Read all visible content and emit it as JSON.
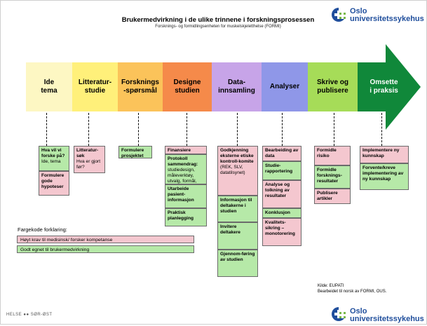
{
  "title": "Brukermedvirkning i de ulike trinnene i forskningsprosessen",
  "subtitle": "Forsknings- og formidlingsenheten for muskelskjeletthelse (FORMI)",
  "logo": {
    "line1": "Oslo",
    "line2": "universitetssykehus",
    "icon": "ous-logo-icon",
    "colors": [
      "#1f4e9c",
      "#79b84a"
    ]
  },
  "stages": [
    {
      "label": "Ide\ntema",
      "color": "#fdf7c3"
    },
    {
      "label": "Litteratur-\nstudie",
      "color": "#fff07a"
    },
    {
      "label": "Forsknings\n-spørsmål",
      "color": "#fbc35a"
    },
    {
      "label": "Designe\nstudien",
      "color": "#f58a4a"
    },
    {
      "label": "Data-\ninnsamling",
      "color": "#c7a4e8"
    },
    {
      "label": "Analyser",
      "color": "#8f97e8"
    },
    {
      "label": "Skrive og\npublisere",
      "color": "#a6dc58"
    },
    {
      "label": "Omsette\ni praksis",
      "color": "#10883a"
    }
  ],
  "columns": [
    [
      {
        "text": "Hva vil vi forske på?",
        "note": "Ide, tema",
        "color": "green"
      },
      {
        "text": "Formulere gode hypoteser",
        "color": "pink"
      }
    ],
    [
      {
        "text": "Litteratur-søk",
        "note": "Hva er gjort før?",
        "color": "pink"
      }
    ],
    [
      {
        "text": "Formulere prosjektet",
        "color": "green"
      }
    ],
    [
      {
        "text": "Finansiere",
        "color": "pink"
      },
      {
        "text": "Protokoll sammendrag:",
        "note": "studiedesign, måleverktøy, utvalg, formål, endepunkter.",
        "color": "green"
      },
      {
        "text": "Utarbeide pasient-informasjon",
        "color": "green"
      },
      {
        "text": "Praktisk planlegging",
        "color": "green"
      }
    ],
    [
      {
        "text": "Godkjenning eksterne etiske kontroll-komite",
        "note": "(REK, SLV, datatilsynet)",
        "color": "pink"
      },
      {
        "text": "Informasjon til deltakerne i studien",
        "color": "green"
      },
      {
        "text": "Invitere deltakere",
        "color": "green"
      },
      {
        "text": "Gjennom-føring av studien",
        "color": "green"
      }
    ],
    [
      {
        "text": "Bearbeiding av data",
        "color": "pink"
      },
      {
        "text": "Studie-rapportering",
        "color": "green"
      },
      {
        "text": "Analyse og tolkning av resultater",
        "color": "pink"
      },
      {
        "text": "Konklusjon",
        "color": "green"
      },
      {
        "text": "Kvalitets-sikring – monotorering",
        "color": "pink"
      }
    ],
    [
      {
        "text": "Formidle risiko",
        "color": "pink"
      },
      {
        "text": "Formidle forsknings-resultater",
        "color": "green"
      },
      {
        "text": "Publisere artikler",
        "color": "pink"
      }
    ],
    [
      {
        "text": "Implementere ny kunnskap",
        "color": "pink"
      },
      {
        "text": "Forvente/kreve implementering av ny kunnskap",
        "color": "green"
      }
    ]
  ],
  "legend": {
    "title": "Fargekode forklaring:",
    "items": [
      {
        "text": "Høyt krav til medisinsk/ forsker kompetanse",
        "color": "pink"
      },
      {
        "text": "Godt egnet til brukermedvirkning",
        "color": "green"
      }
    ]
  },
  "source": {
    "line1": "Kilde: EUPATI",
    "line2": "Bearbeidet til norsk av FORMI, OUS."
  },
  "footer": {
    "left": "HELSE ●● SØR-ØST",
    "icon": "helse-sor-ost-logo-icon"
  },
  "colors": {
    "pink": "#f4c7cf",
    "green": "#b6e9a8",
    "logo_blue": "#1f4e9c",
    "logo_green": "#79b84a"
  }
}
